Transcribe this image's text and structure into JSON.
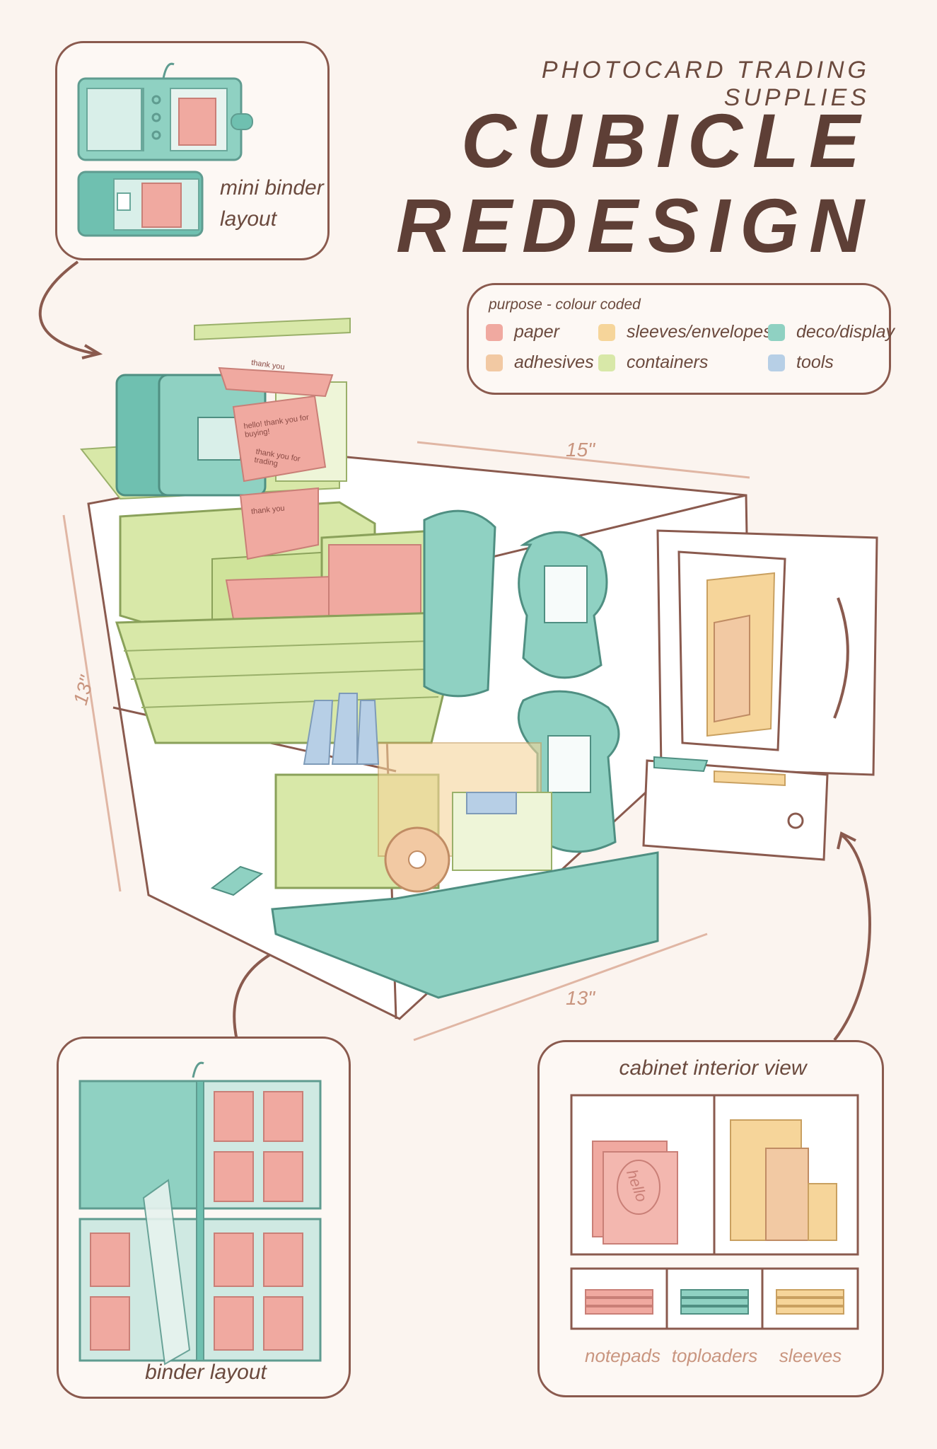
{
  "header": {
    "subtitle": "PHOTOCARD TRADING SUPPLIES",
    "title_line1": "CUBICLE",
    "title_line2": "REDESIGN"
  },
  "legend": {
    "title": "purpose - colour coded",
    "items": [
      {
        "label": "paper",
        "color": "#f0a9a0"
      },
      {
        "label": "sleeves/envelopes",
        "color": "#f6d59a"
      },
      {
        "label": "deco/display",
        "color": "#8fd1c2"
      },
      {
        "label": "adhesives",
        "color": "#f2c9a3"
      },
      {
        "label": "containers",
        "color": "#d8e8a8"
      },
      {
        "label": "tools",
        "color": "#b7cfe6"
      }
    ]
  },
  "panels": {
    "mini_binder": {
      "line1": "mini binder",
      "line2": "layout"
    },
    "binder": {
      "label": "binder layout"
    },
    "cabinet": {
      "title": "cabinet interior view",
      "drawers": [
        "notepads",
        "toploaders",
        "sleeves"
      ],
      "card_text": "hello"
    }
  },
  "dimensions": {
    "width": "15\"",
    "height": "13\"",
    "depth": "13\""
  },
  "notes": [
    "thank you",
    "hello! thank you for buying!",
    "thank you for trading",
    "thank you"
  ],
  "colors": {
    "paper": "#f0a9a0",
    "teal": "#8fd1c2",
    "teal_dark": "#5fb3a3",
    "green": "#d8e8a8",
    "yellow": "#f6d59a",
    "peach": "#f2c9a3",
    "blue": "#b7cfe6",
    "outline": "#8a5a4e"
  }
}
